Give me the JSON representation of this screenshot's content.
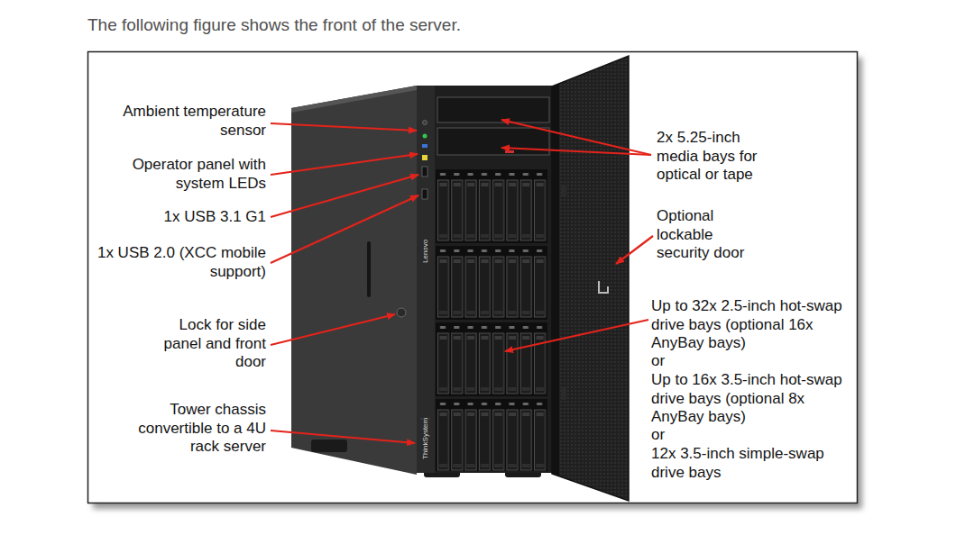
{
  "diagram": {
    "title": "The following figure shows the front of the server.",
    "labels": [
      "Ambient temperature sensor",
      "Operator panel with system LEDs",
      "1x USB 3.1 G1",
      "1x USB 2.0 (XCC mobile support)",
      "Lock for side panel and front door",
      "Tower chassis convertible to a 4U rack server",
      "2x 5.25-inch media bays for optical or tape",
      "Optional lockable security door",
      "Up to 32x 2.5-inch hot-swap drive bays (optional 16x AnyBay bays)",
      "or",
      "Up to 16x 3.5-inch hot-swap drive bays (optional 8x AnyBay bays)",
      "or",
      "12x 3.5-inch simple-swap drive bays",
      "Lenovo",
      "ThinkSystem"
    ]
  }
}
